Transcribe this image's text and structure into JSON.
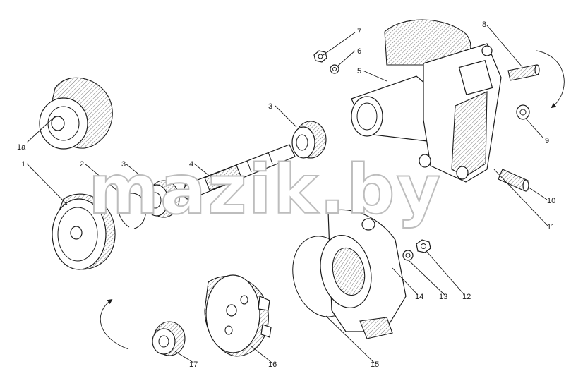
{
  "diagram": {
    "watermark": "mazik.by",
    "corner_mark": "",
    "callouts": {
      "p1a": "1а",
      "p1": "1",
      "p2": "2",
      "p3a": "3",
      "p3b": "3",
      "p4": "4",
      "p5": "5",
      "p6": "6",
      "p7": "7",
      "p8": "8",
      "p9": "9",
      "p10": "10",
      "p11": "11",
      "p12": "12",
      "p13": "13",
      "p14": "14",
      "p15": "15",
      "p16": "16",
      "p17": "17"
    }
  }
}
